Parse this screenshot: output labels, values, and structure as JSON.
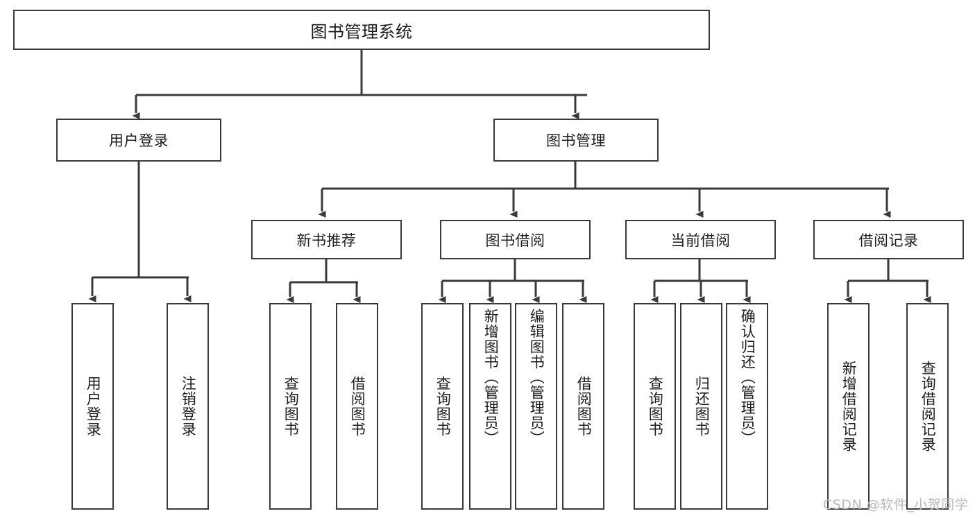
{
  "diagram": {
    "type": "tree-hierarchy",
    "title": "图书管理系统",
    "orientation": "top-down",
    "colors": {
      "box_border": "#3a3a3a",
      "box_fill": "#ffffff",
      "connector": "#3a3a3a",
      "text": "#1c1c1c",
      "watermark": "#b9b9b9",
      "background": "#ffffff"
    },
    "root": {
      "label": "图书管理系统"
    },
    "level2": [
      {
        "id": "user-login",
        "label": "用户登录"
      },
      {
        "id": "book-management",
        "label": "图书管理"
      }
    ],
    "level3": [
      {
        "id": "new-book-recommend",
        "label": "新书推荐",
        "parent": "book-management"
      },
      {
        "id": "book-borrow",
        "label": "图书借阅",
        "parent": "book-management"
      },
      {
        "id": "current-borrow",
        "label": "当前借阅",
        "parent": "book-management"
      },
      {
        "id": "borrow-record",
        "label": "借阅记录",
        "parent": "book-management"
      }
    ],
    "leaves": {
      "user-login": [
        {
          "id": "leaf-user-login",
          "label": "用户登录"
        },
        {
          "id": "leaf-user-logout",
          "label": "注销登录"
        }
      ],
      "new-book-recommend": [
        {
          "id": "leaf-query-book-1",
          "label": "查询图书"
        },
        {
          "id": "leaf-borrow-book-1",
          "label": "借阅图书"
        }
      ],
      "book-borrow": [
        {
          "id": "leaf-query-book-2",
          "label": "查询图书"
        },
        {
          "id": "leaf-add-book",
          "label": "新增图书（管理员）"
        },
        {
          "id": "leaf-edit-book",
          "label": "编辑图书（管理员）"
        },
        {
          "id": "leaf-borrow-book-2",
          "label": "借阅图书"
        }
      ],
      "current-borrow": [
        {
          "id": "leaf-query-book-3",
          "label": "查询图书"
        },
        {
          "id": "leaf-return-book",
          "label": "归还图书"
        },
        {
          "id": "leaf-confirm-return",
          "label": "确认归还（管理员）"
        }
      ],
      "borrow-record": [
        {
          "id": "leaf-add-record",
          "label": "新增借阅记录"
        },
        {
          "id": "leaf-query-record",
          "label": "查询借阅记录"
        }
      ]
    },
    "watermark": "CSDN @软件_小贺同学"
  }
}
